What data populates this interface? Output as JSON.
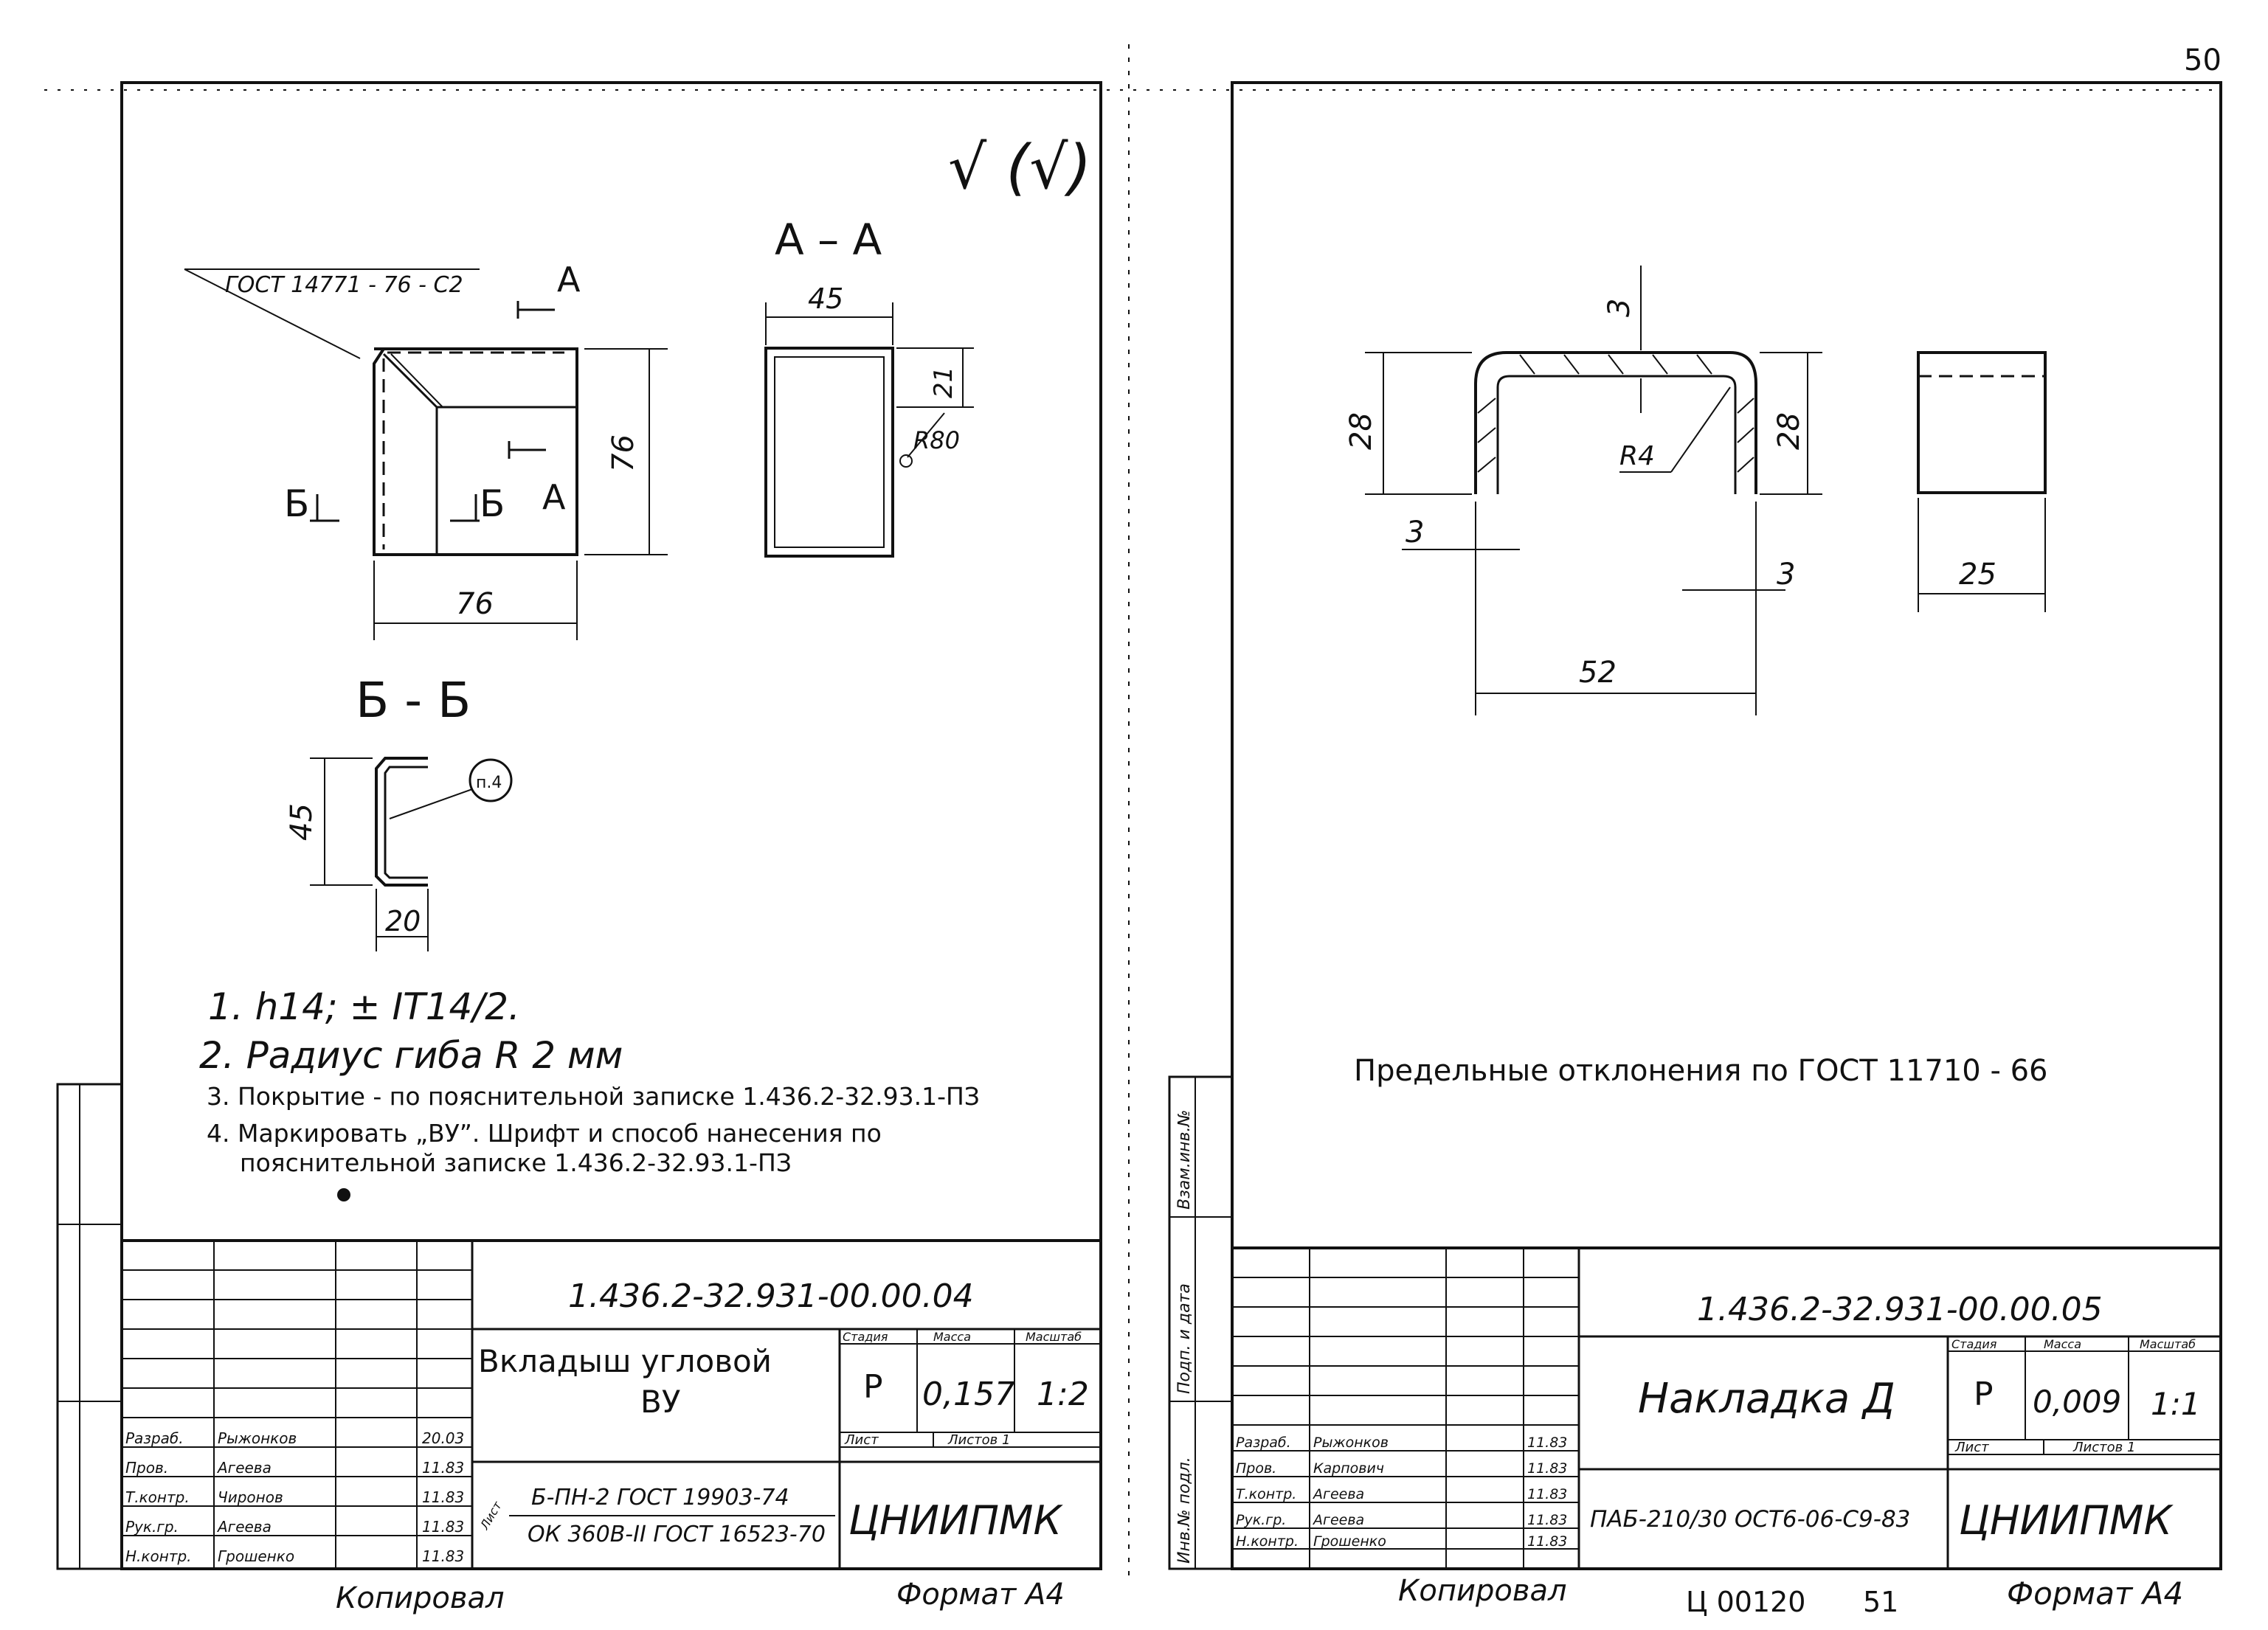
{
  "page_number": "50",
  "left": {
    "check_marks": "√ (√)",
    "gost_callout": "ГОСТ 14771 - 76 - С2",
    "section_aa_title": "А – А",
    "cut_a": "А",
    "cut_b": "Б",
    "section_bb_title": "Б - Б",
    "dims": {
      "width": "76",
      "height": "76",
      "aa_width": "45",
      "aa_height": "21",
      "aa_radius": "R80",
      "bb_height": "45",
      "bb_width": "20"
    },
    "balloon": "п.4",
    "notes": [
      "1. h14; ± IT14/2.",
      "2. Радиус гиба R 2 мм",
      "3. Покрытие - по пояснительной записке 1.436.2-32.93.1-ПЗ",
      "4. Маркировать „ВУ”. Шрифт и способ нанесения по",
      "пояснительной записке 1.436.2-32.93.1-ПЗ"
    ],
    "title_block": {
      "designation": "1.436.2-32.931-00.00.04",
      "name_line1": "Вкладыш угловой",
      "name_line2": "ВУ",
      "col_headers": [
        "Стадия",
        "Масса",
        "Масштаб"
      ],
      "stage": "Р",
      "mass": "0,157",
      "scale": "1:2",
      "sheet": "Лист",
      "sheets": "Листов 1",
      "material_label": "Лист",
      "material_top": "Б-ПН-2 ГОСТ 19903-74",
      "material_bottom": "ОК 360В-II ГОСТ 16523-70",
      "organization": "ЦНИИПМК",
      "roles": [
        "Разраб.",
        "Пров.",
        "Т.контр.",
        "Рук.гр.",
        "Н.контр."
      ],
      "names": [
        "Рыжонков",
        "Агеева",
        "Чиронов",
        "Агеева",
        "Грошенко"
      ],
      "dates": [
        "20.03",
        "11.83",
        "11.83",
        "11.83",
        "11.83"
      ]
    },
    "copied": "Копировал",
    "format": "Формат А4"
  },
  "right": {
    "dims": {
      "top": "3",
      "left_h": "28",
      "right_h": "28",
      "radius": "R4",
      "left_t": "3",
      "right_t": "3",
      "width": "52",
      "depth": "25"
    },
    "tolerance_note": "Предельные отклонения по ГОСТ 11710 - 66",
    "title_block": {
      "designation": "1.436.2-32.931-00.00.05",
      "name": "Накладка Д",
      "col_headers": [
        "Стадия",
        "Масса",
        "Масштаб"
      ],
      "stage": "Р",
      "mass": "0,009",
      "scale": "1:1",
      "sheet": "Лист",
      "sheets": "Листов 1",
      "material": "ПАБ-210/30 ОСТ6-06-С9-83",
      "organization": "ЦНИИПМК",
      "roles": [
        "Разраб.",
        "Пров.",
        "Т.контр.",
        "Рук.гр.",
        "Н.контр."
      ],
      "names": [
        "Рыжонков",
        "Карпович",
        "Агеева",
        "Агеева",
        "Грошенко"
      ],
      "dates": [
        "11.83",
        "11.83",
        "11.83",
        "11.83",
        "11.83"
      ],
      "side_stamps": [
        "Взам.инв.№",
        "Подп. и дата",
        "Инв.№ подл."
      ]
    },
    "copied": "Копировал",
    "code": "Ц 00120",
    "page": "51",
    "format": "Формат А4"
  }
}
